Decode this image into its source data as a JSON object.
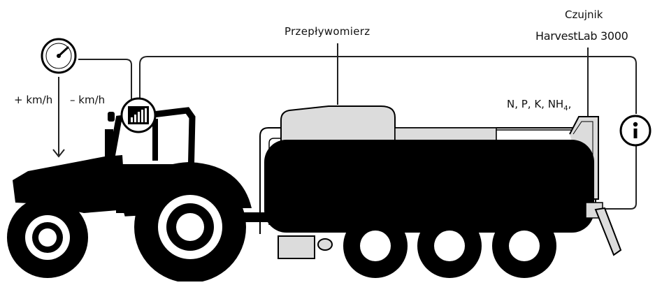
{
  "labels": {
    "flowmeter": "Przepływomierz",
    "sensor_line1": "Czujnik",
    "sensor_line2": "HarvestLab 3000",
    "nutrients_main": "N, P, K, NH",
    "nutrients_sub": "4",
    "nutrients_tail": ",",
    "speed_up": "+ km/h",
    "speed_down": "– km/h"
  },
  "icons": {
    "speedometer": "speedometer-icon",
    "terminal": "bar-chart-terminal-icon",
    "info": "info-icon"
  },
  "colors": {
    "ink": "#000000",
    "tank_top": "#dcdcdc",
    "line": "#222222",
    "background": "#ffffff"
  }
}
